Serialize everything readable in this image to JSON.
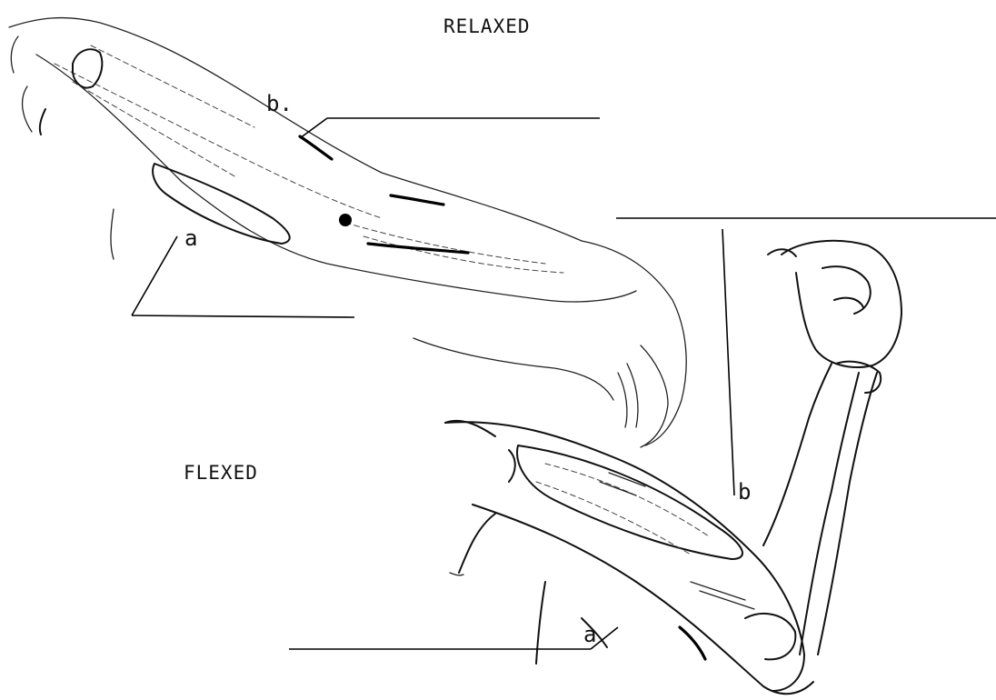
{
  "diagram": {
    "relaxed_title": "RELAXED",
    "flexed_title": "FLEXED",
    "relaxed_label_a": "a",
    "relaxed_label_b": "b.",
    "flexed_label_a": "a",
    "flexed_label_b": "b"
  }
}
